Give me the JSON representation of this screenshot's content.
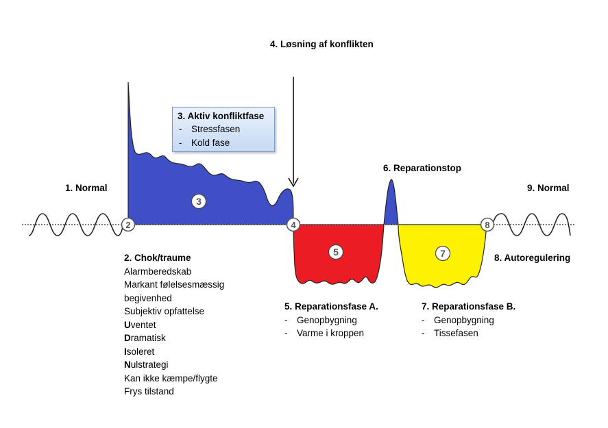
{
  "colors": {
    "phase_3": "#3f4fc6",
    "phase_5": "#ec1c24",
    "phase_6": "#3f4fc6",
    "phase_7": "#fff200",
    "baseline": "#777777",
    "callout_border": "#7a9bc9",
    "callout_fill": "#c5d9f3"
  },
  "icons": [
    "down-arrow",
    "numbered-circle"
  ],
  "markers": {
    "m2": "2",
    "m3": "3",
    "m4": "4",
    "m5": "5",
    "m7": "7",
    "m8": "8"
  },
  "labels": {
    "normal_left": "1. Normal",
    "normal_right": "9. Normal",
    "resolution": "4. Løsning af konflikten",
    "repair_stop": "6. Reparationstop",
    "autoregulation": "8. Autoregulering"
  },
  "active_phase": {
    "title": "3. Aktiv konfliktfase",
    "items": [
      "Stressfasen",
      "Kold fase"
    ]
  },
  "shock": {
    "title": "2.  Chok/traume",
    "lines": [
      "Alarmberedskab",
      "Markant følelsesmæssig",
      "begivenhed",
      "Subjektiv opfattelse"
    ],
    "acronym": [
      {
        "letter": "U",
        "rest": "ventet"
      },
      {
        "letter": "D",
        "rest": "ramatisk"
      },
      {
        "letter": "I",
        "rest": "soleret"
      },
      {
        "letter": "N",
        "rest": "ulstrategi"
      }
    ],
    "tail": [
      "Kan ikke kæmpe/flygte",
      "Frys tilstand"
    ]
  },
  "repair_a": {
    "title": "5.   Reparationsfase A.",
    "items": [
      "Genopbygning",
      "Varme i kroppen"
    ]
  },
  "repair_b": {
    "title": "7. Reparationsfase B.",
    "items": [
      "Genopbygning",
      "Tissefasen"
    ]
  }
}
